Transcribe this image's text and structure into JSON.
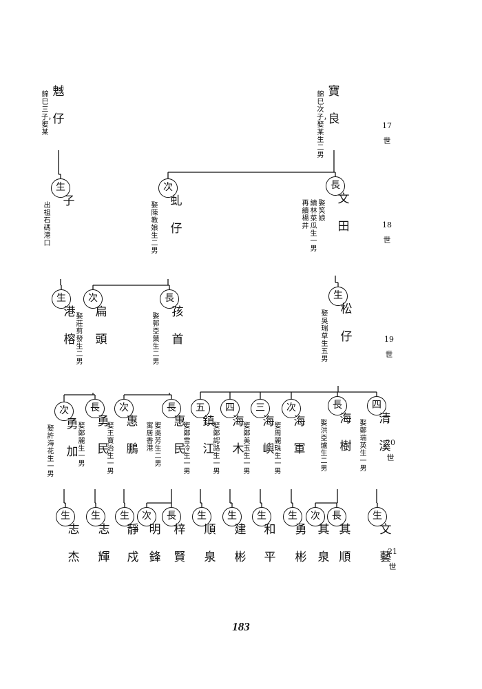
{
  "page_number": "183",
  "generations": [
    {
      "id": "g17",
      "label": "17\n世"
    },
    {
      "id": "g18",
      "label": "18\n世"
    },
    {
      "id": "g19",
      "label": "19\n世"
    },
    {
      "id": "g20",
      "label": "20\n世"
    },
    {
      "id": "g21",
      "label": "21\n世"
    }
  ],
  "people": [
    {
      "id": "baoliang",
      "name": "寶良",
      "note": [
        "錦巳次子，娶某生二男"
      ]
    },
    {
      "id": "yuzai",
      "name": "魊仔",
      "note": [
        "錦巳三子，娶某"
      ]
    },
    {
      "id": "wentian",
      "role": "長",
      "name": "文田",
      "note": [
        "娶笑娘",
        "續林菜瓜生一男",
        "再續楊井"
      ]
    },
    {
      "id": "qiuzai",
      "role": "次",
      "name": "虬仔",
      "note": [
        "娶陳教娘生二男"
      ]
    },
    {
      "id": "zi",
      "role": "生",
      "name": "子",
      "note": [
        "出祖石碼港口"
      ]
    },
    {
      "id": "songzai",
      "role": "生",
      "name": "松仔",
      "note": [
        "娶吳瑞草生五男"
      ]
    },
    {
      "id": "haishou",
      "role": "長",
      "name": "孩首",
      "note": [
        "娶郭亞葉生二男"
      ]
    },
    {
      "id": "biantou",
      "role": "次",
      "name": "扁頭",
      "note": [
        "娶莊剪發生二男"
      ]
    },
    {
      "id": "gangrong",
      "role": "生",
      "name": "港榕",
      "note": []
    },
    {
      "id": "qingxi",
      "role": "四",
      "name": "清溪",
      "note": [
        "娶鄭瑞英生一男"
      ]
    },
    {
      "id": "haishu",
      "role": "長",
      "name": "海樹",
      "note": [
        "娶洪亞爐生二男"
      ]
    },
    {
      "id": "haijun",
      "role": "次",
      "name": "海軍",
      "note": [
        "娶周麗珠生一男"
      ]
    },
    {
      "id": "haiyu",
      "role": "三",
      "name": "海嶼",
      "note": [
        "娶鄭美玉生一男"
      ]
    },
    {
      "id": "haimu",
      "role": "四",
      "name": "海木",
      "note": [
        "娶鄭認路生一男"
      ]
    },
    {
      "id": "zhenjiang",
      "role": "五",
      "name": "鎮江",
      "note": [
        "娶鄭雪冷生一男"
      ]
    },
    {
      "id": "huimin",
      "role": "長",
      "name": "惠民",
      "note": [
        "娶吳芳生二男",
        "寓居香港"
      ]
    },
    {
      "id": "huipeng",
      "role": "次",
      "name": "惠鵬",
      "note": [
        "娶王寶治生一男"
      ]
    },
    {
      "id": "yongmin",
      "role": "長",
      "name": "勇民",
      "note": [
        "娶鄭麗生一男"
      ]
    },
    {
      "id": "yongjia",
      "role": "次",
      "name": "勇加",
      "note": [
        "娶許海花生一男"
      ]
    },
    {
      "id": "wenyi",
      "role": "生",
      "name": "文藝",
      "note": []
    },
    {
      "id": "qishun",
      "role": "長",
      "name": "其順",
      "note": []
    },
    {
      "id": "qiquan",
      "role": "次",
      "name": "其泉",
      "note": []
    },
    {
      "id": "yongbin",
      "role": "生",
      "name": "勇彬",
      "note": []
    },
    {
      "id": "heping",
      "role": "生",
      "name": "和平",
      "note": []
    },
    {
      "id": "jianbin",
      "role": "生",
      "name": "建彬",
      "note": []
    },
    {
      "id": "shunquan",
      "role": "生",
      "name": "順泉",
      "note": []
    },
    {
      "id": "zixian",
      "role": "長",
      "name": "梓賢",
      "note": []
    },
    {
      "id": "mingfeng",
      "role": "次",
      "name": "明鋒",
      "note": []
    },
    {
      "id": "jingxu",
      "role": "生",
      "name": "靜戍",
      "note": []
    },
    {
      "id": "zhihui",
      "role": "生",
      "name": "志輝",
      "note": []
    },
    {
      "id": "zhijie",
      "role": "生",
      "name": "志杰",
      "note": []
    }
  ]
}
